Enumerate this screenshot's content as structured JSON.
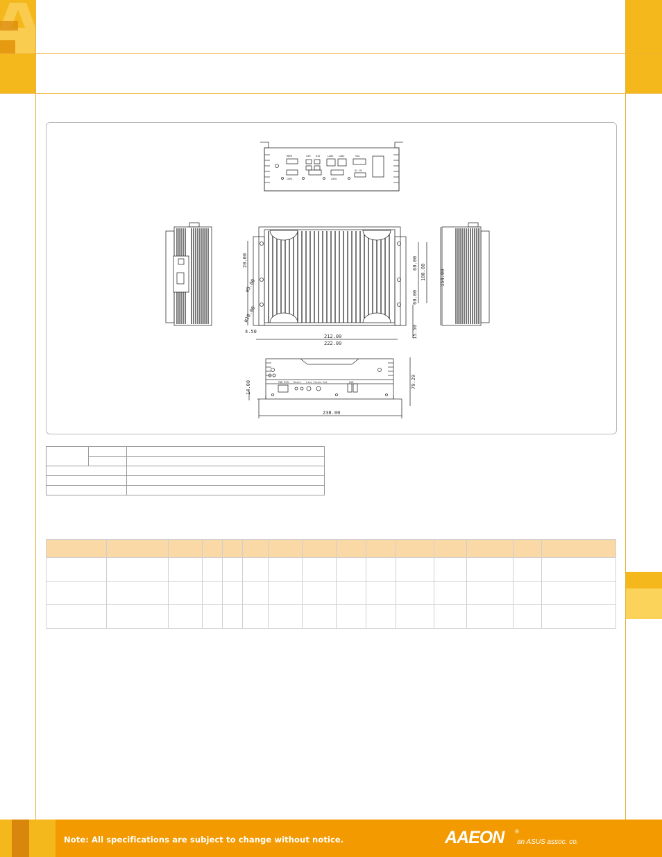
{
  "drawing": {
    "front": {
      "port_labels": [
        "HDMI",
        "COM",
        "DIO",
        "LAN2",
        "LAN1",
        "VGA",
        "COM1",
        "COM2",
        "DC-IN"
      ]
    },
    "top": {
      "dimensions": [
        "20.00",
        "ø5.00",
        "ø10.00",
        "4.50",
        "212.00",
        "222.00",
        "60.00",
        "100.00",
        "60.00",
        "15.50",
        "154.00"
      ]
    },
    "bottom": {
      "panel_labels": [
        "PWR BTN",
        "Reset",
        "Line In",
        "Line Out",
        "USB"
      ],
      "dimensions": [
        "14.00",
        "79.29",
        "238.00"
      ]
    }
  },
  "footer": {
    "note": "Note: All specifications are subject to change without notice.",
    "brand": "AAEON",
    "registered": "®",
    "tagline": "an ASUS assoc. co."
  },
  "colors": {
    "accent": "#f29a00",
    "accent_light": "#f5b81c",
    "tab_light": "#fbd35a",
    "table_header": "#fbd9a6"
  }
}
